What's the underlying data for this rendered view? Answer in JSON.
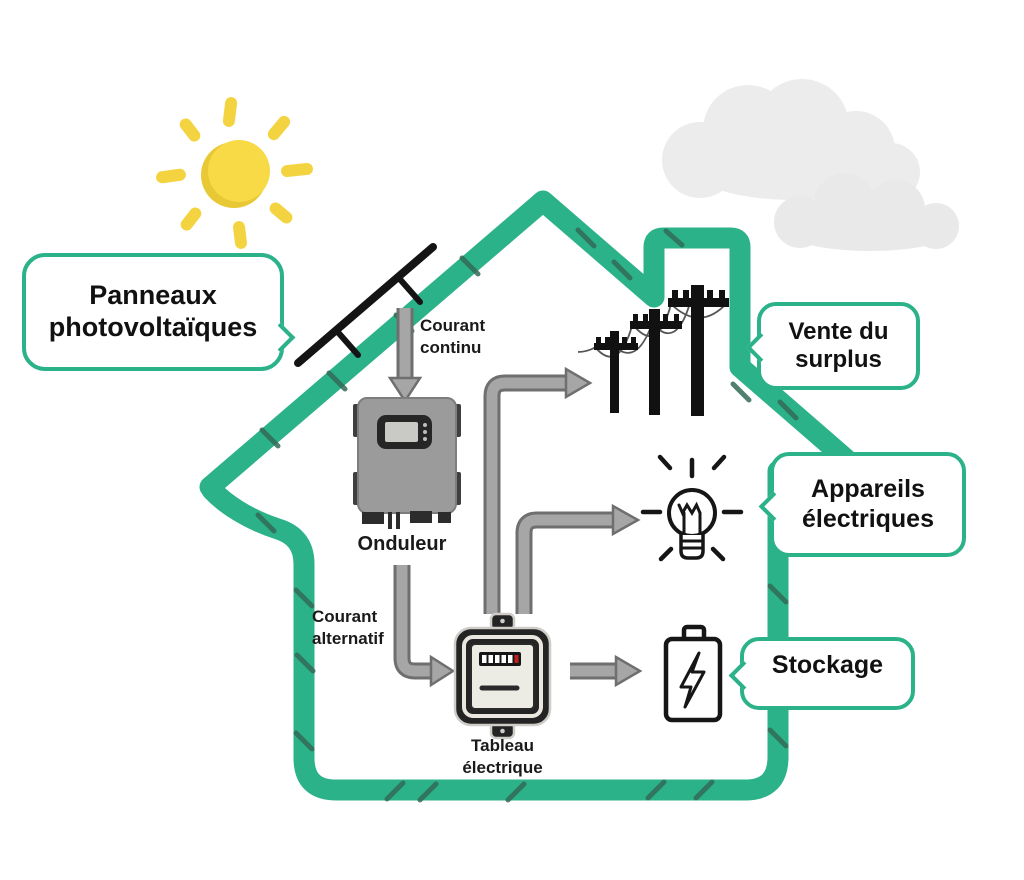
{
  "diagram": {
    "subject": "Installation photovoltaïque résidentielle",
    "bubbles": {
      "panneaux": {
        "label": "Panneaux photovoltaïques"
      },
      "vente": {
        "label": "Vente du surplus"
      },
      "appareils": {
        "label": "Appareils électriques"
      },
      "stockage": {
        "label": "Stockage"
      }
    },
    "labels": {
      "courant_continu": "Courant continu",
      "onduleur": "Onduleur",
      "courant_alternatif": "Courant alternatif",
      "tableau_electrique": "Tableau électrique"
    },
    "icons": [
      "sun-icon",
      "cloud-icon",
      "solar-panel-icon",
      "house-outline-icon",
      "inverter-icon",
      "electric-meter-icon",
      "power-lines-icon",
      "light-bulb-icon",
      "battery-icon",
      "flow-arrow-icon"
    ],
    "colors": {
      "house_green": "#2bb289",
      "hatch_green": "#336b57",
      "arrow_gray": "#a6a6a6",
      "arrow_outline": "#6f6f6f",
      "sun_yellow": "#f6d63d",
      "cloud_gray": "#ececec",
      "text_black": "#1a1a1a",
      "meter_red": "#c02020"
    }
  }
}
